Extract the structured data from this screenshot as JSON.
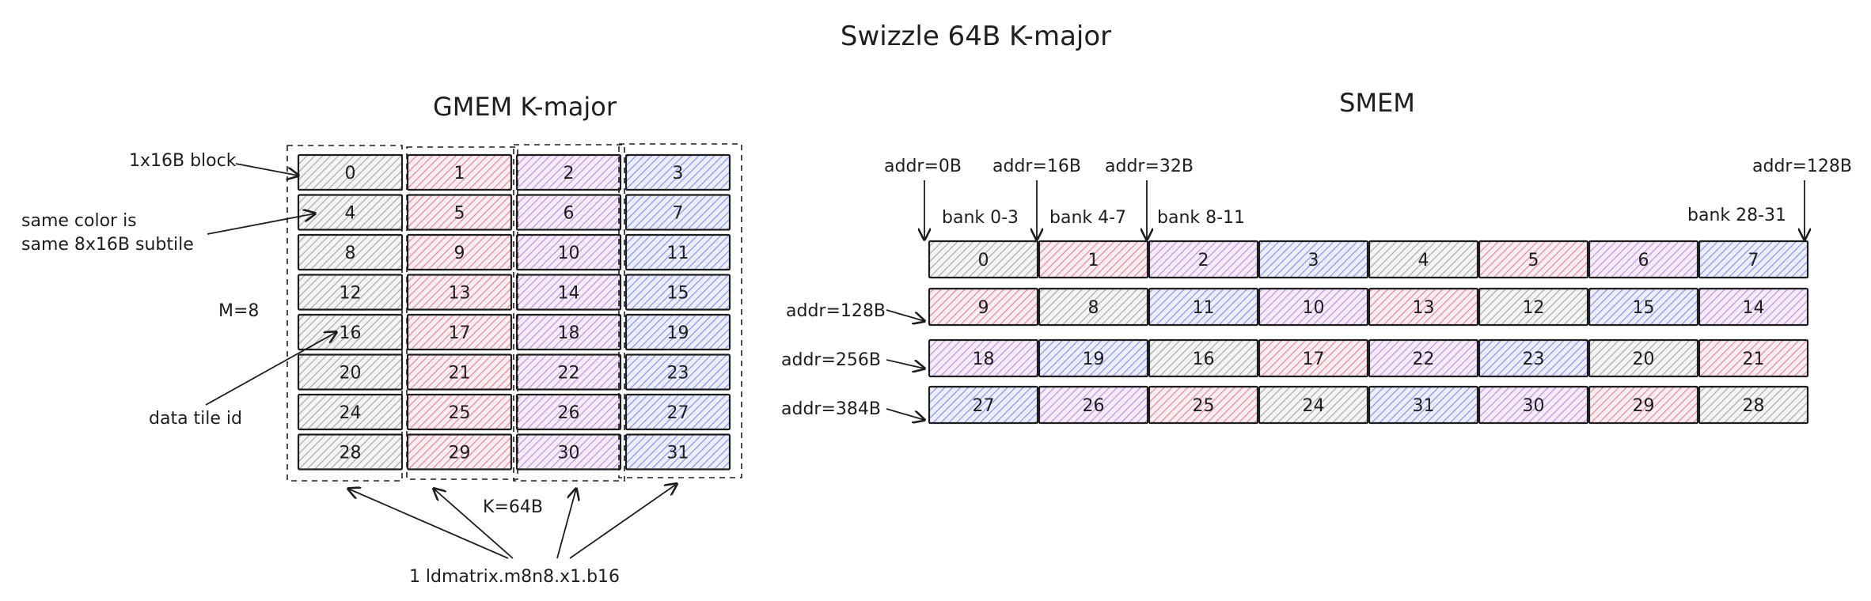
{
  "title": "Swizzle 64B K-major",
  "gmem": {
    "title": "GMEM K-major",
    "cells": [
      [
        0,
        1,
        2,
        3
      ],
      [
        4,
        5,
        6,
        7
      ],
      [
        8,
        9,
        10,
        11
      ],
      [
        12,
        13,
        14,
        15
      ],
      [
        16,
        17,
        18,
        19
      ],
      [
        20,
        21,
        22,
        23
      ],
      [
        24,
        25,
        26,
        27
      ],
      [
        28,
        29,
        30,
        31
      ]
    ],
    "annotations": {
      "block": "1x16B block",
      "same_color_line1": "same color is",
      "same_color_line2": "same 8x16B subtile",
      "m": "M=8",
      "tile_id": "data tile id",
      "k": "K=64B",
      "ldmatrix": "1 ldmatrix.m8n8.x1.b16"
    }
  },
  "smem": {
    "title": "SMEM",
    "top_addrs": [
      "addr=0B",
      "addr=16B",
      "addr=32B",
      "addr=128B"
    ],
    "banks": [
      "bank 0-3",
      "bank 4-7",
      "bank 8-11",
      "bank 28-31"
    ],
    "row_addrs": [
      "addr=128B",
      "addr=256B",
      "addr=384B"
    ],
    "rows": [
      [
        0,
        1,
        2,
        3,
        4,
        5,
        6,
        7
      ],
      [
        9,
        8,
        11,
        10,
        13,
        12,
        15,
        14
      ],
      [
        18,
        19,
        16,
        17,
        22,
        23,
        20,
        21
      ],
      [
        27,
        26,
        25,
        24,
        31,
        30,
        29,
        28
      ]
    ]
  },
  "colors": {
    "gray": "#bdbdbd",
    "pink": "#e8869d",
    "purple": "#c78ce2",
    "blue": "#8a92ef",
    "stroke": "#1e1e1e"
  }
}
